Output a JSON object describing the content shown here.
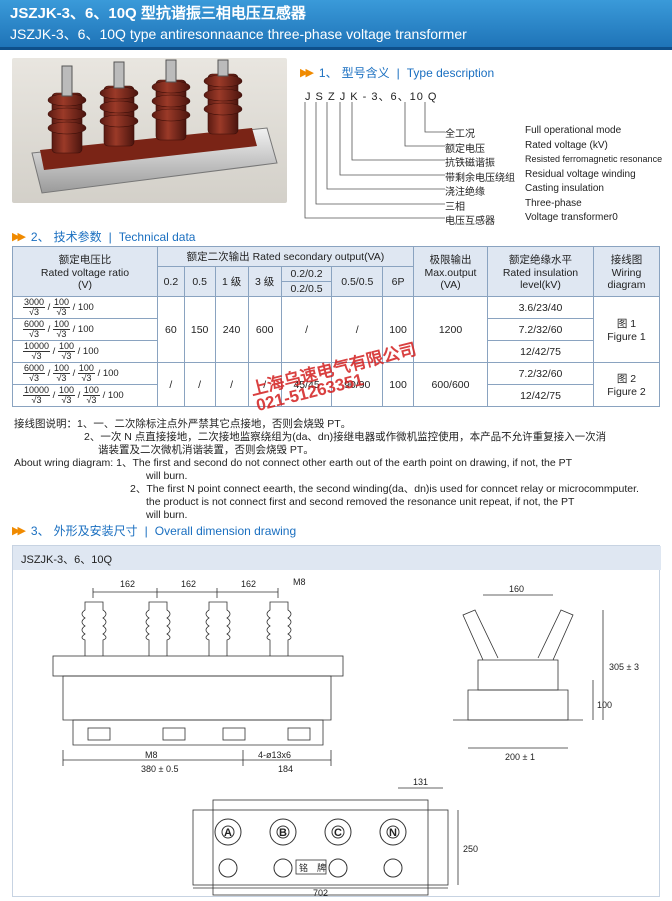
{
  "header": {
    "title_cn": "JSZJK-3、6、10Q 型抗谐振三相电压互感器",
    "title_en": "JSZJK-3、6、10Q type antiresonnaance three-phase voltage transformer"
  },
  "section1": {
    "num": "1、",
    "cn": "型号含义",
    "en": "Type description"
  },
  "model_code": "J S Z J K - 3、6、10 Q",
  "type_items": [
    {
      "cn": "全工况",
      "en": "Full operational mode"
    },
    {
      "cn": "额定电压",
      "en": "Rated voltage (kV)"
    },
    {
      "cn": "抗铁磁谐振",
      "en": "Resisted ferromagnetic resonance"
    },
    {
      "cn": "带剩余电压绕组",
      "en": "Residual voltage winding"
    },
    {
      "cn": "浇注绝缘",
      "en": "Casting insulation"
    },
    {
      "cn": "三相",
      "en": "Three-phase"
    },
    {
      "cn": "电压互感器",
      "en": "Voltage transformer0"
    }
  ],
  "section2": {
    "num": "2、",
    "cn": "技术参数",
    "en": "Technical data"
  },
  "table": {
    "h_ratio_cn": "额定电压比",
    "h_ratio_en": "Rated voltage ratio",
    "h_ratio_unit": "(V)",
    "h_out": "额定二次输出 Rated secondary output(VA)",
    "h_acc": [
      "0.2",
      "0.5",
      "1 级",
      "3 级"
    ],
    "h_combo1a": "0.2/0.2",
    "h_combo1b": "0.2/0.5",
    "h_combo2": "0.5/0.5",
    "h_6p": "6P",
    "h_lim_cn": "极限输出",
    "h_lim_en": "Max.output",
    "h_lim_unit": "(VA)",
    "h_ins_cn": "额定绝缘水平",
    "h_ins_en": "Rated insulation",
    "h_ins_unit": "level(kV)",
    "h_wir_cn": "接线图",
    "h_wir_en": "Wiring",
    "h_wir_unit": "diagram",
    "r1": {
      "a": "3000",
      "b": "100",
      "c": "100"
    },
    "r2": {
      "a": "6000",
      "b": "100",
      "c": "100"
    },
    "r3": {
      "a": "10000",
      "b": "100",
      "c": "100"
    },
    "r4": {
      "a": "6000",
      "b": "100",
      "c": "100",
      "d": "100"
    },
    "r5": {
      "a": "10000",
      "b": "100",
      "c": "100",
      "d": "100"
    },
    "sqrt3": "√3",
    "g1": {
      "v02": "60",
      "v05": "150",
      "v1": "240",
      "v3": "600",
      "c1": "/",
      "c2": "/",
      "p6": "100",
      "lim": "1200",
      "fig_cn": "图 1",
      "fig_en": "Figure 1"
    },
    "g2": {
      "v02": "/",
      "v05": "/",
      "v1": "/",
      "v3": "/",
      "c1": "45/45",
      "c2": "90/90",
      "p6": "100",
      "lim": "600/600",
      "fig_cn": "图 2",
      "fig_en": "Figure 2"
    },
    "ins": [
      "3.6/23/40",
      "7.2/32/60",
      "12/42/75",
      "7.2/32/60",
      "12/42/75"
    ]
  },
  "watermark": {
    "company": "上海乌速电气有限公司",
    "phone": "021-51263351"
  },
  "notes": [
    "接线图说明：1、一、二次除标注点外严禁其它点接地，否则会烧毁 PT。",
    "2、一次 N 点直接接地，二次接地监察绕组为(da、dn)接继电器或作微机监控使用，本产品不允许重复接入一次消",
    "谐装置及二次微机消谐装置，否则会烧毁 PT。",
    "About wring diagram: 1、The first and second do not connect other earth out of the earth point on drawing, if not, the PT",
    "will burn.",
    "2、The first N point connect eearth, the second winding(da、dn)is used for conncet relay or microcommputer.",
    "the product is not connect first and second removed the resonance unit repeat, if not, the PT",
    "will burn."
  ],
  "section3": {
    "num": "3、",
    "cn": "外形及安装尺寸",
    "en": "Overall dimension drawing"
  },
  "drawing": {
    "model": "JSZJK-3、6、10Q",
    "dims_front": [
      "162",
      "162",
      "162",
      "M8",
      "M8",
      "4-ø13x6",
      "380 ± 0.5",
      "184"
    ],
    "dims_side": [
      "160",
      "305 ± 3",
      "100",
      "200 ± 1"
    ],
    "dims_plan": [
      "131",
      "250",
      "702"
    ],
    "phases": [
      "A",
      "B",
      "C",
      "N"
    ],
    "nameplate": "铭　牌"
  }
}
